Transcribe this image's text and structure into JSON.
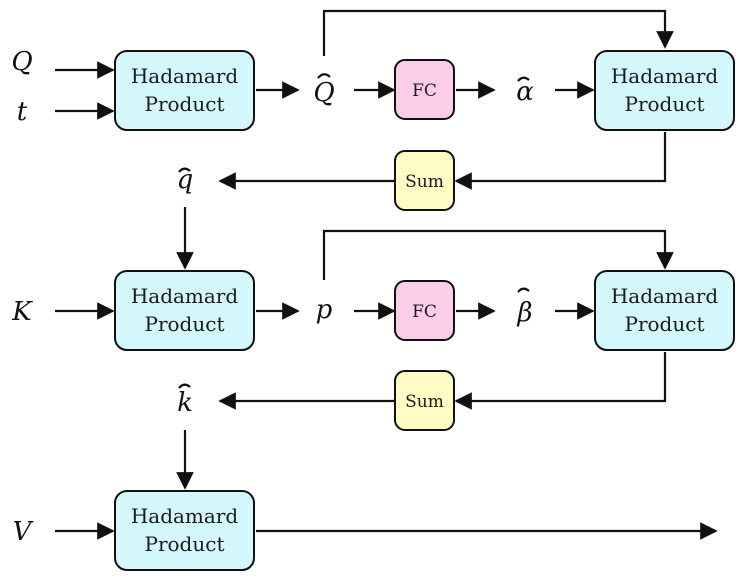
{
  "colors": {
    "hadamard_fill": "#d4f7fb",
    "fc_fill": "#fbcde6",
    "sum_fill": "#fefbc4",
    "stroke": "#111111"
  },
  "inputs": {
    "q": "Q",
    "t": "t",
    "k": "K",
    "v": "V"
  },
  "intermediates": {
    "q_tilde": "Q",
    "alpha_tilde": "α",
    "q_small_tilde": "q",
    "p": "p",
    "beta_tilde": "β",
    "k_tilde": "k"
  },
  "blocks": {
    "hadamard": {
      "line1": "Hadamard",
      "line2": "Product"
    },
    "fc": "FC",
    "sum": "Sum"
  }
}
